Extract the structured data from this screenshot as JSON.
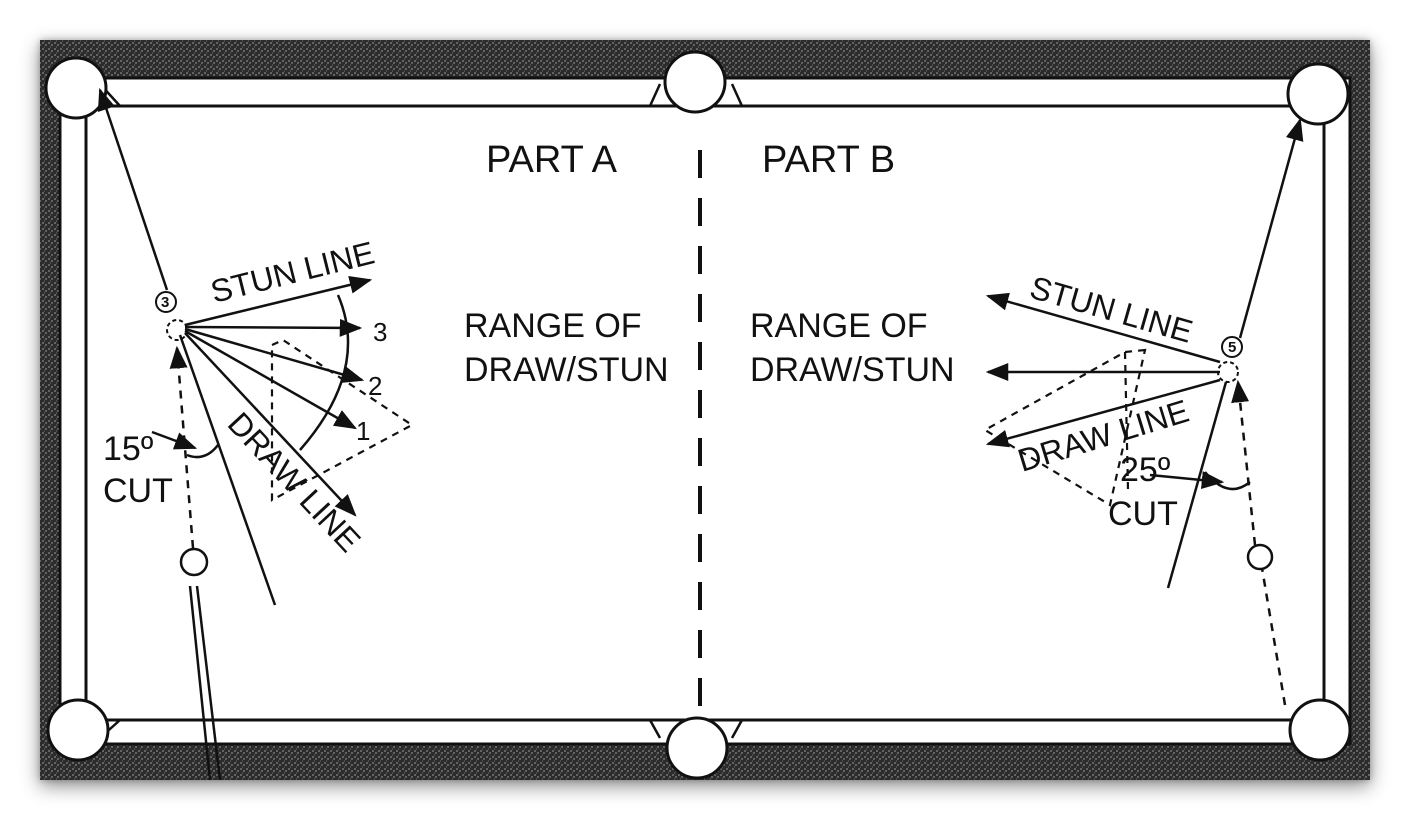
{
  "diagram": {
    "part_a": {
      "title": "PART A",
      "range_line1": "RANGE OF",
      "range_line2": "DRAW/STUN",
      "stun_line": "STUN LINE",
      "draw_line": "DRAW LINE",
      "cut_angle": "15º",
      "cut_word": "CUT",
      "object_ball": "3",
      "paths": [
        "3",
        "2",
        "1"
      ]
    },
    "part_b": {
      "title": "PART B",
      "range_line1": "RANGE OF",
      "range_line2": "DRAW/STUN",
      "stun_line": "STUN LINE",
      "draw_line": "DRAW LINE",
      "cut_angle": "25º",
      "cut_word": "CUT",
      "object_ball": "5"
    }
  },
  "colors": {
    "ink": "#111111",
    "cloth": "#ffffff",
    "rail": "#3a3a3a"
  }
}
